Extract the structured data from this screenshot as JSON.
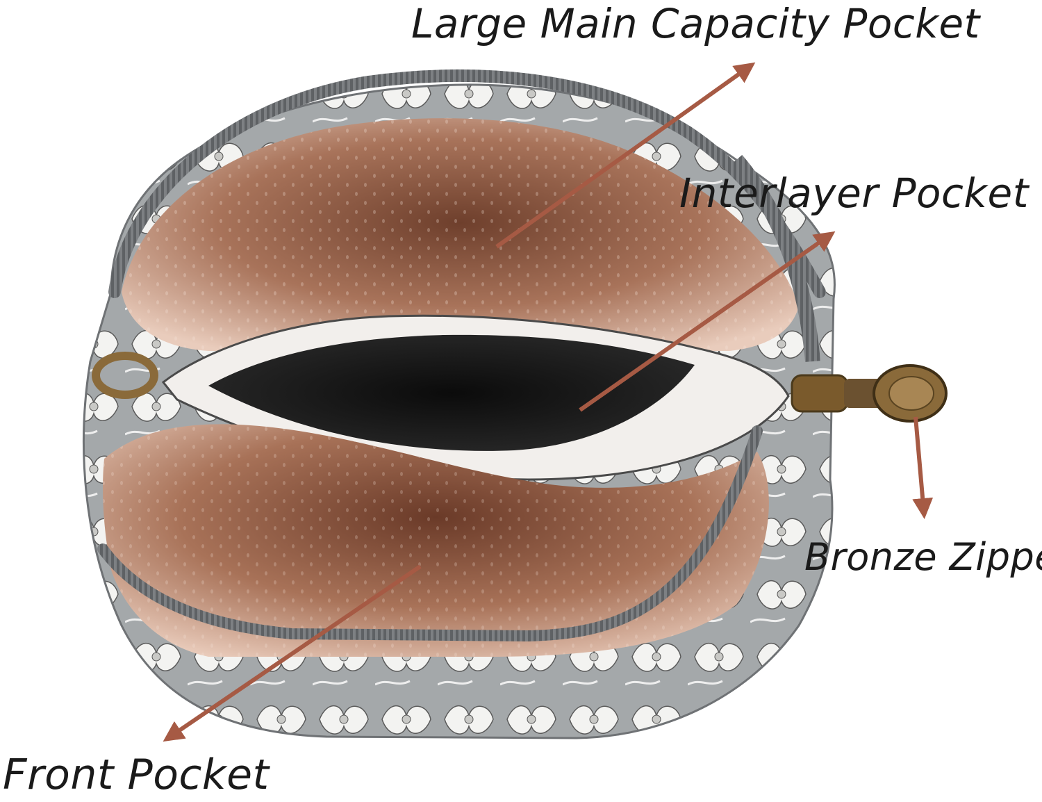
{
  "labels": {
    "main_pocket": "Large Main Capacity Pocket",
    "interlayer_pocket": "Interlayer Pocket",
    "zipper": "Bronze Zipper",
    "front_pocket": "Front Pocket"
  },
  "colors": {
    "arrow": "#a65a44",
    "lining": "#e6c7b6",
    "lining_dark": "#7a4a37",
    "fabric": "#9fa3a5",
    "zipper_tape": "#7b7d80",
    "bronze": "#8a6a3a",
    "interior_black": "#151515"
  }
}
